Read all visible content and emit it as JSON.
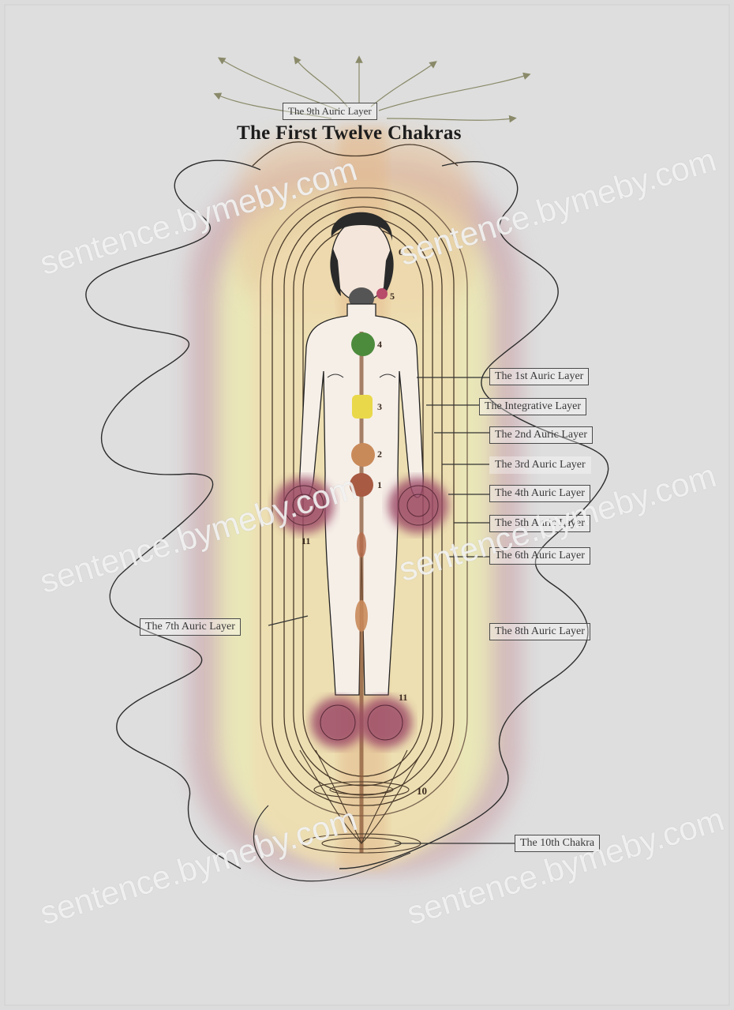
{
  "title": "The First Twelve Chakras",
  "labels": {
    "top_layer": "The 9th Auric Layer",
    "layer1": "The 1st Auric Layer",
    "integrative": "The Integrative Layer",
    "layer2": "The 2nd Auric Layer",
    "layer3": "The 3rd Auric Layer",
    "layer4": "The 4th Auric Layer",
    "layer5": "The 5th Auric Layer",
    "layer6": "The 6th Auric Layer",
    "layer7": "The 7th Auric Layer",
    "layer8": "The 8th Auric Layer",
    "chakra10": "The 10th Chakra"
  },
  "chakra_numbers": {
    "n6": "6",
    "n5": "5",
    "n4": "4",
    "n3": "3",
    "n2": "2",
    "n1": "1",
    "n11a": "11",
    "n11b": "11",
    "n10": "10"
  },
  "watermark": "sentence.bymeby.com",
  "colors": {
    "background": "#dcdcdc",
    "aura_pink": "#c9a0a8",
    "aura_yellow": "#eef0b8",
    "aura_orange": "#e8c49a",
    "chakra_green": "#4c8b3c",
    "chakra_yellow": "#e9d84a",
    "chakra_orange": "#c98a5a",
    "chakra_red": "#a85a42",
    "energy_bloom": "#9b4a66"
  }
}
